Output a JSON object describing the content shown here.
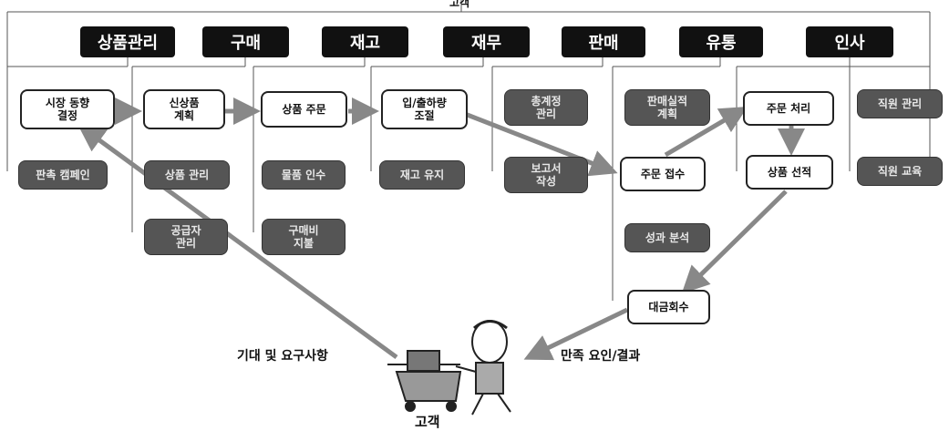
{
  "top_label": "고객",
  "departments": [
    "상품관리",
    "구매",
    "재고",
    "재무",
    "판매",
    "유통",
    "인사"
  ],
  "processes": {
    "market_trend": "시장 동향\n결정",
    "new_product_plan": "신상품\n계획",
    "product_order": "상품 주문",
    "inventory_control": "입/출하량\n조절",
    "order_processing": "주문 처리",
    "order_receipt": "주문 접수",
    "product_selection": "상품 선적",
    "payment_collection": "대금회수"
  },
  "tasks": {
    "sales_campaign": "판촉 캠페인",
    "product_management": "상품 관리",
    "goods_receipt": "물품 인수",
    "stock_maintenance": "재고 유지",
    "general_ledger": "총계정\n관리",
    "report_writing": "보고서\n작성",
    "sales_performance_plan": "판매실적\n계획",
    "performance_analysis": "성과 분석",
    "supplier_management": "공급자\n관리",
    "purchase_payment": "구매비\n지불",
    "employee_management": "직원 관리",
    "employee_training": "직원 교육"
  },
  "customer": {
    "label": "고객",
    "needs_label": "기대 및 요구사항",
    "satisfaction_label": "만족 요인/결과"
  },
  "colors": {
    "header_bg": "#111111",
    "dark_box": "#555555",
    "arrow": "#888888"
  }
}
